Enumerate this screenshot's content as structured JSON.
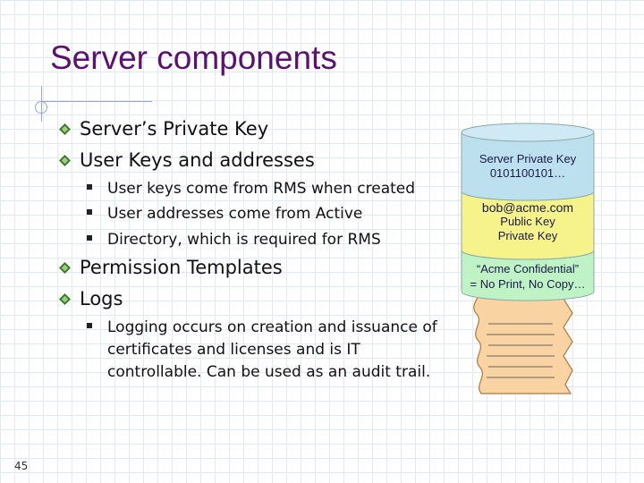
{
  "slide": {
    "title": "Server components",
    "page_number": "45"
  },
  "bullets": [
    {
      "text": "Server’s Private Key"
    },
    {
      "text": "User Keys and addresses"
    },
    {
      "text": "User keys come from RMS when created"
    },
    {
      "text": "User addresses come from Active"
    },
    {
      "text": "Directory, which is required for RMS"
    },
    {
      "text": "Permission Templates"
    },
    {
      "text": "Logs"
    },
    {
      "text": "Logging occurs on creation and issuance of"
    },
    {
      "text": "certificates and licenses and is IT"
    },
    {
      "text": "controllable. Can be used as an audit trail."
    }
  ],
  "illustration": {
    "top_line1": "Server Private Key",
    "top_line2": "0101100101…",
    "mid_line1": "bob@acme.com",
    "mid_line2": "Public Key",
    "mid_line3": "Private Key",
    "bot_line1": "“Acme Confidential”",
    "bot_line2": "= No Print, No Copy…"
  },
  "colors": {
    "title": "#5a1170",
    "cyl_top": "#bde0ef",
    "cyl_mid": "#f5f38a",
    "cyl_bot": "#bff3c6",
    "scroll": "#f9d3a2"
  }
}
